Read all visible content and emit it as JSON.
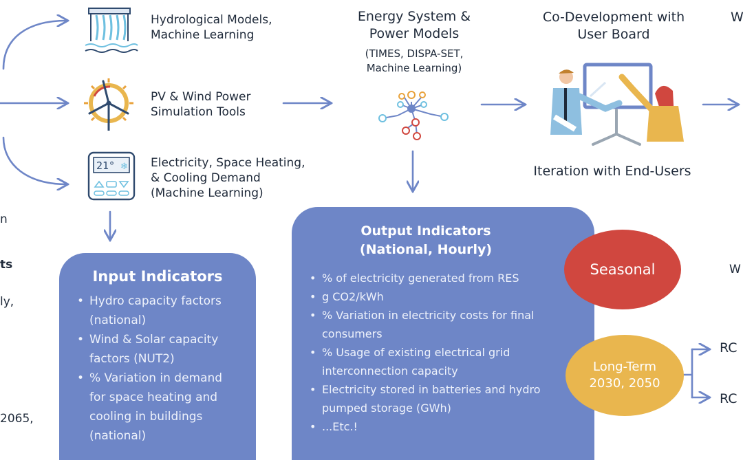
{
  "models": {
    "hydro": [
      "Hydrological Models,",
      "Machine Learning"
    ],
    "pv_wind": [
      "PV & Wind Power",
      "Simulation Tools"
    ],
    "demand": [
      "Electricity, Space Heating,",
      "& Cooling Demand",
      "(Machine Learning)"
    ],
    "energy_title": [
      "Energy System &",
      "Power Models"
    ],
    "energy_sub": [
      "(TIMES, DISPA-SET,",
      "Machine Learning)"
    ],
    "codev": [
      "Co-Development with",
      "User Board"
    ],
    "iteration": "Iteration with End-Users",
    "thermostat_reading": "21°"
  },
  "input_indicators": {
    "title": "Input Indicators",
    "items": [
      [
        "Hydro capacity factors",
        "(national)"
      ],
      [
        "Wind & Solar capacity",
        "factors (NUT2)"
      ],
      [
        "% Variation in demand",
        "for space heating and",
        "cooling in buildings",
        "(national)"
      ]
    ]
  },
  "output_indicators": {
    "title": [
      "Output Indicators",
      "(National, Hourly)"
    ],
    "items": [
      [
        "% of electricity generated from RES"
      ],
      [
        "g CO2/kWh"
      ],
      [
        "% Variation in electricity costs for final",
        "consumers"
      ],
      [
        "% Usage of existing electrical grid",
        "interconnection capacity"
      ],
      [
        "Electricity stored in batteries and hydro",
        "pumped storage (GWh)"
      ],
      [
        "...Etc.!"
      ]
    ]
  },
  "seasonal": "Seasonal",
  "long_term": [
    "Long-Term",
    "2030, 2050"
  ],
  "cut_left": [
    "n",
    "ts",
    "ly,",
    "2065,"
  ],
  "cut_right": [
    "W",
    "W",
    "RC",
    "RC"
  ],
  "colors": {
    "arrow": "#6e86c7",
    "box": "#6e86c7",
    "seasonal": "#d0473f",
    "long_term": "#e9b64e"
  }
}
